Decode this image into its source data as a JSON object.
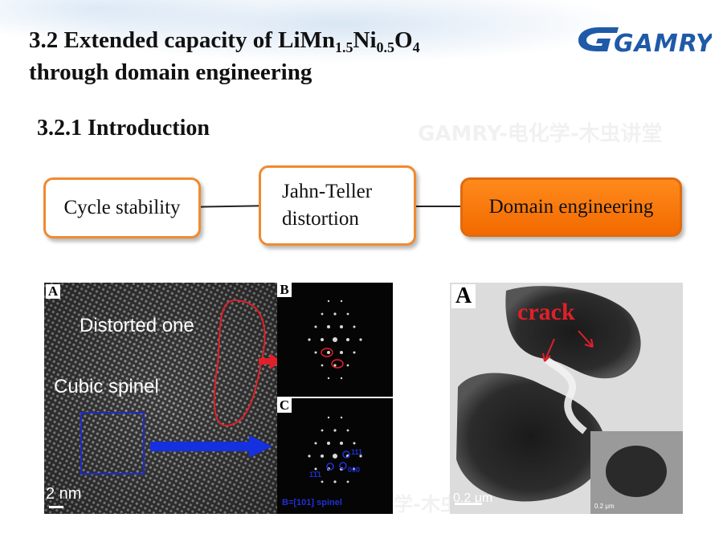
{
  "slide": {
    "title_line1_prefix": "3.2 Extended capacity of LiMn",
    "title_sub1": "1.5",
    "title_mid": "Ni",
    "title_sub2": "0.5",
    "title_suffix": "O",
    "title_sub3": "4",
    "title_line2": "through domain engineering",
    "subtitle": "3.2.1 Introduction",
    "logo": "GAMRY",
    "watermark": "GAMRY-电化学-木虫讲堂",
    "watermark_fragment": "学-木虫"
  },
  "flow": {
    "box1": "Cycle stability",
    "box2_line1": "Jahn-Teller",
    "box2_line2": "distortion",
    "box3": "Domain engineering"
  },
  "figure_left": {
    "panel_a_letter": "A",
    "panel_b_letter": "B",
    "panel_c_letter": "C",
    "label_distorted": "Distorted one",
    "label_cubic": "Cubic spinel",
    "scale_bar": "2 nm",
    "zone_axis": "B=[101] spinel",
    "spot_111": "111",
    "spot_000": "000",
    "spot_1b1b1": "1̄1̄1",
    "colors": {
      "ellipse": "#e0202a",
      "box": "#1e2cc8",
      "arrow_blue": "#1530e0",
      "arrow_red": "#e0202a",
      "spot_label": "#2030d0"
    }
  },
  "figure_right": {
    "panel_letter": "A",
    "crack_label": "crack",
    "scale_bar": "0.2 μm",
    "inset_scale": "0.2 μm",
    "crack_color": "#e0202a"
  }
}
